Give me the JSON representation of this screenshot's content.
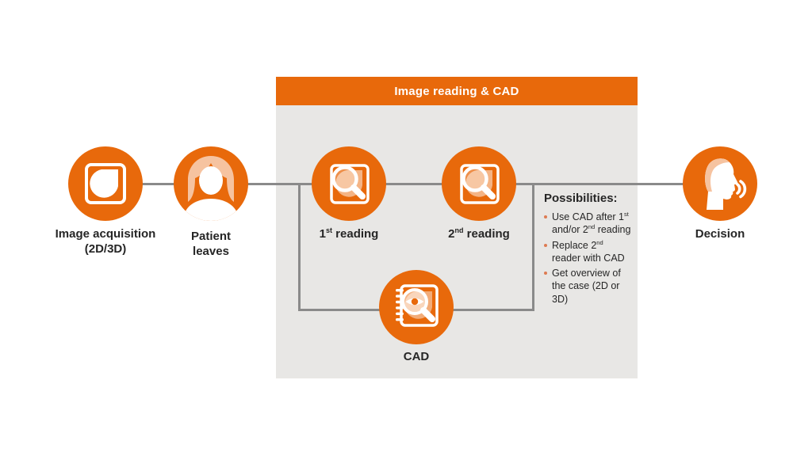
{
  "colors": {
    "orange": "#E8690B",
    "panel": "#E8E7E5",
    "line": "#8A8A8A",
    "text": "#262626",
    "peach": "#F6C3A0",
    "bullet": "#DD7B52",
    "header_text": "#FFFFFF",
    "background": "#FFFFFF"
  },
  "panel": {
    "header_label": "Image reading & CAD"
  },
  "nodes": {
    "acquisition": {
      "icon": "mammogram-icon",
      "label_line1": "Image acquisition",
      "label_line2": "(2D/3D)"
    },
    "patient": {
      "icon": "patient-icon",
      "label_line1": "Patient",
      "label_line2": "leaves"
    },
    "first_reading": {
      "icon": "magnifier-reading-icon",
      "label_parts": [
        {
          "t": "1"
        },
        {
          "sup": "st"
        },
        {
          "t": " reading"
        }
      ]
    },
    "second_reading": {
      "icon": "magnifier-reading-icon",
      "label_parts": [
        {
          "t": "2"
        },
        {
          "sup": "nd"
        },
        {
          "t": " reading"
        }
      ]
    },
    "cad": {
      "icon": "cad-report-magnifier-eye-icon",
      "label": "CAD"
    },
    "decision": {
      "icon": "speaking-head-icon",
      "label": "Decision"
    }
  },
  "possibilities": {
    "heading": "Possibilities:",
    "bullets": [
      {
        "parts": [
          {
            "t": "Use CAD after 1"
          },
          {
            "sup": "st"
          },
          {
            "t": " and/or 2"
          },
          {
            "sup": "nd"
          },
          {
            "t": " reading"
          }
        ]
      },
      {
        "parts": [
          {
            "t": "Replace 2"
          },
          {
            "sup": "nd"
          },
          {
            "t": " reader with CAD"
          }
        ]
      },
      {
        "parts": [
          {
            "t": "Get overview of the case (2D or 3D)"
          }
        ]
      }
    ]
  }
}
